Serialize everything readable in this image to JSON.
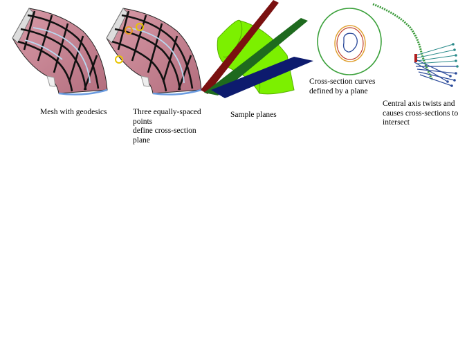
{
  "panels": [
    {
      "caption": "Mesh with geodesics"
    },
    {
      "caption": "Three equally-spaced points\ndefine cross-section plane"
    },
    {
      "caption": "Sample planes"
    },
    {
      "caption": "Cross-section curves\ndefined by a plane"
    },
    {
      "caption": "Central axis twists and\ncauses cross-sections to\nintersect"
    }
  ],
  "colors": {
    "mesh_fill": "#c9808e",
    "mesh_grid": "#111111",
    "geodesic": "#b9d8f0",
    "rim": "#6a9be0",
    "marker": "#e8c400",
    "tube": "#7cf000",
    "plane_red": "#7a1010",
    "plane_green": "#1e6a1e",
    "plane_blue": "#0d1b6e",
    "axis_green": "#3a9a3a",
    "section_blue": "#2a4a9a",
    "section_teal": "#2a8a8a"
  }
}
